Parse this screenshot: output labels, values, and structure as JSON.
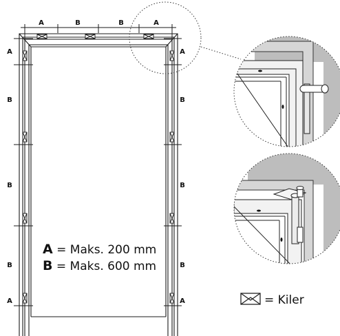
{
  "dimension_labels": {
    "top": [
      "A",
      "B",
      "B",
      "A"
    ],
    "left": [
      "A",
      "B",
      "B",
      "B",
      "A"
    ],
    "right": [
      "A",
      "B",
      "B",
      "B",
      "A"
    ]
  },
  "legend": {
    "a": {
      "key": "A",
      "text": " = Maks. 200 mm"
    },
    "b": {
      "key": "B",
      "text": " = Maks. 600 mm"
    }
  },
  "wedge_key": {
    "text": "= Kiler",
    "icon": "wedge-symbol-icon"
  },
  "details": [
    "detail-upper-corner",
    "detail-lower-corner-with-clamp"
  ]
}
